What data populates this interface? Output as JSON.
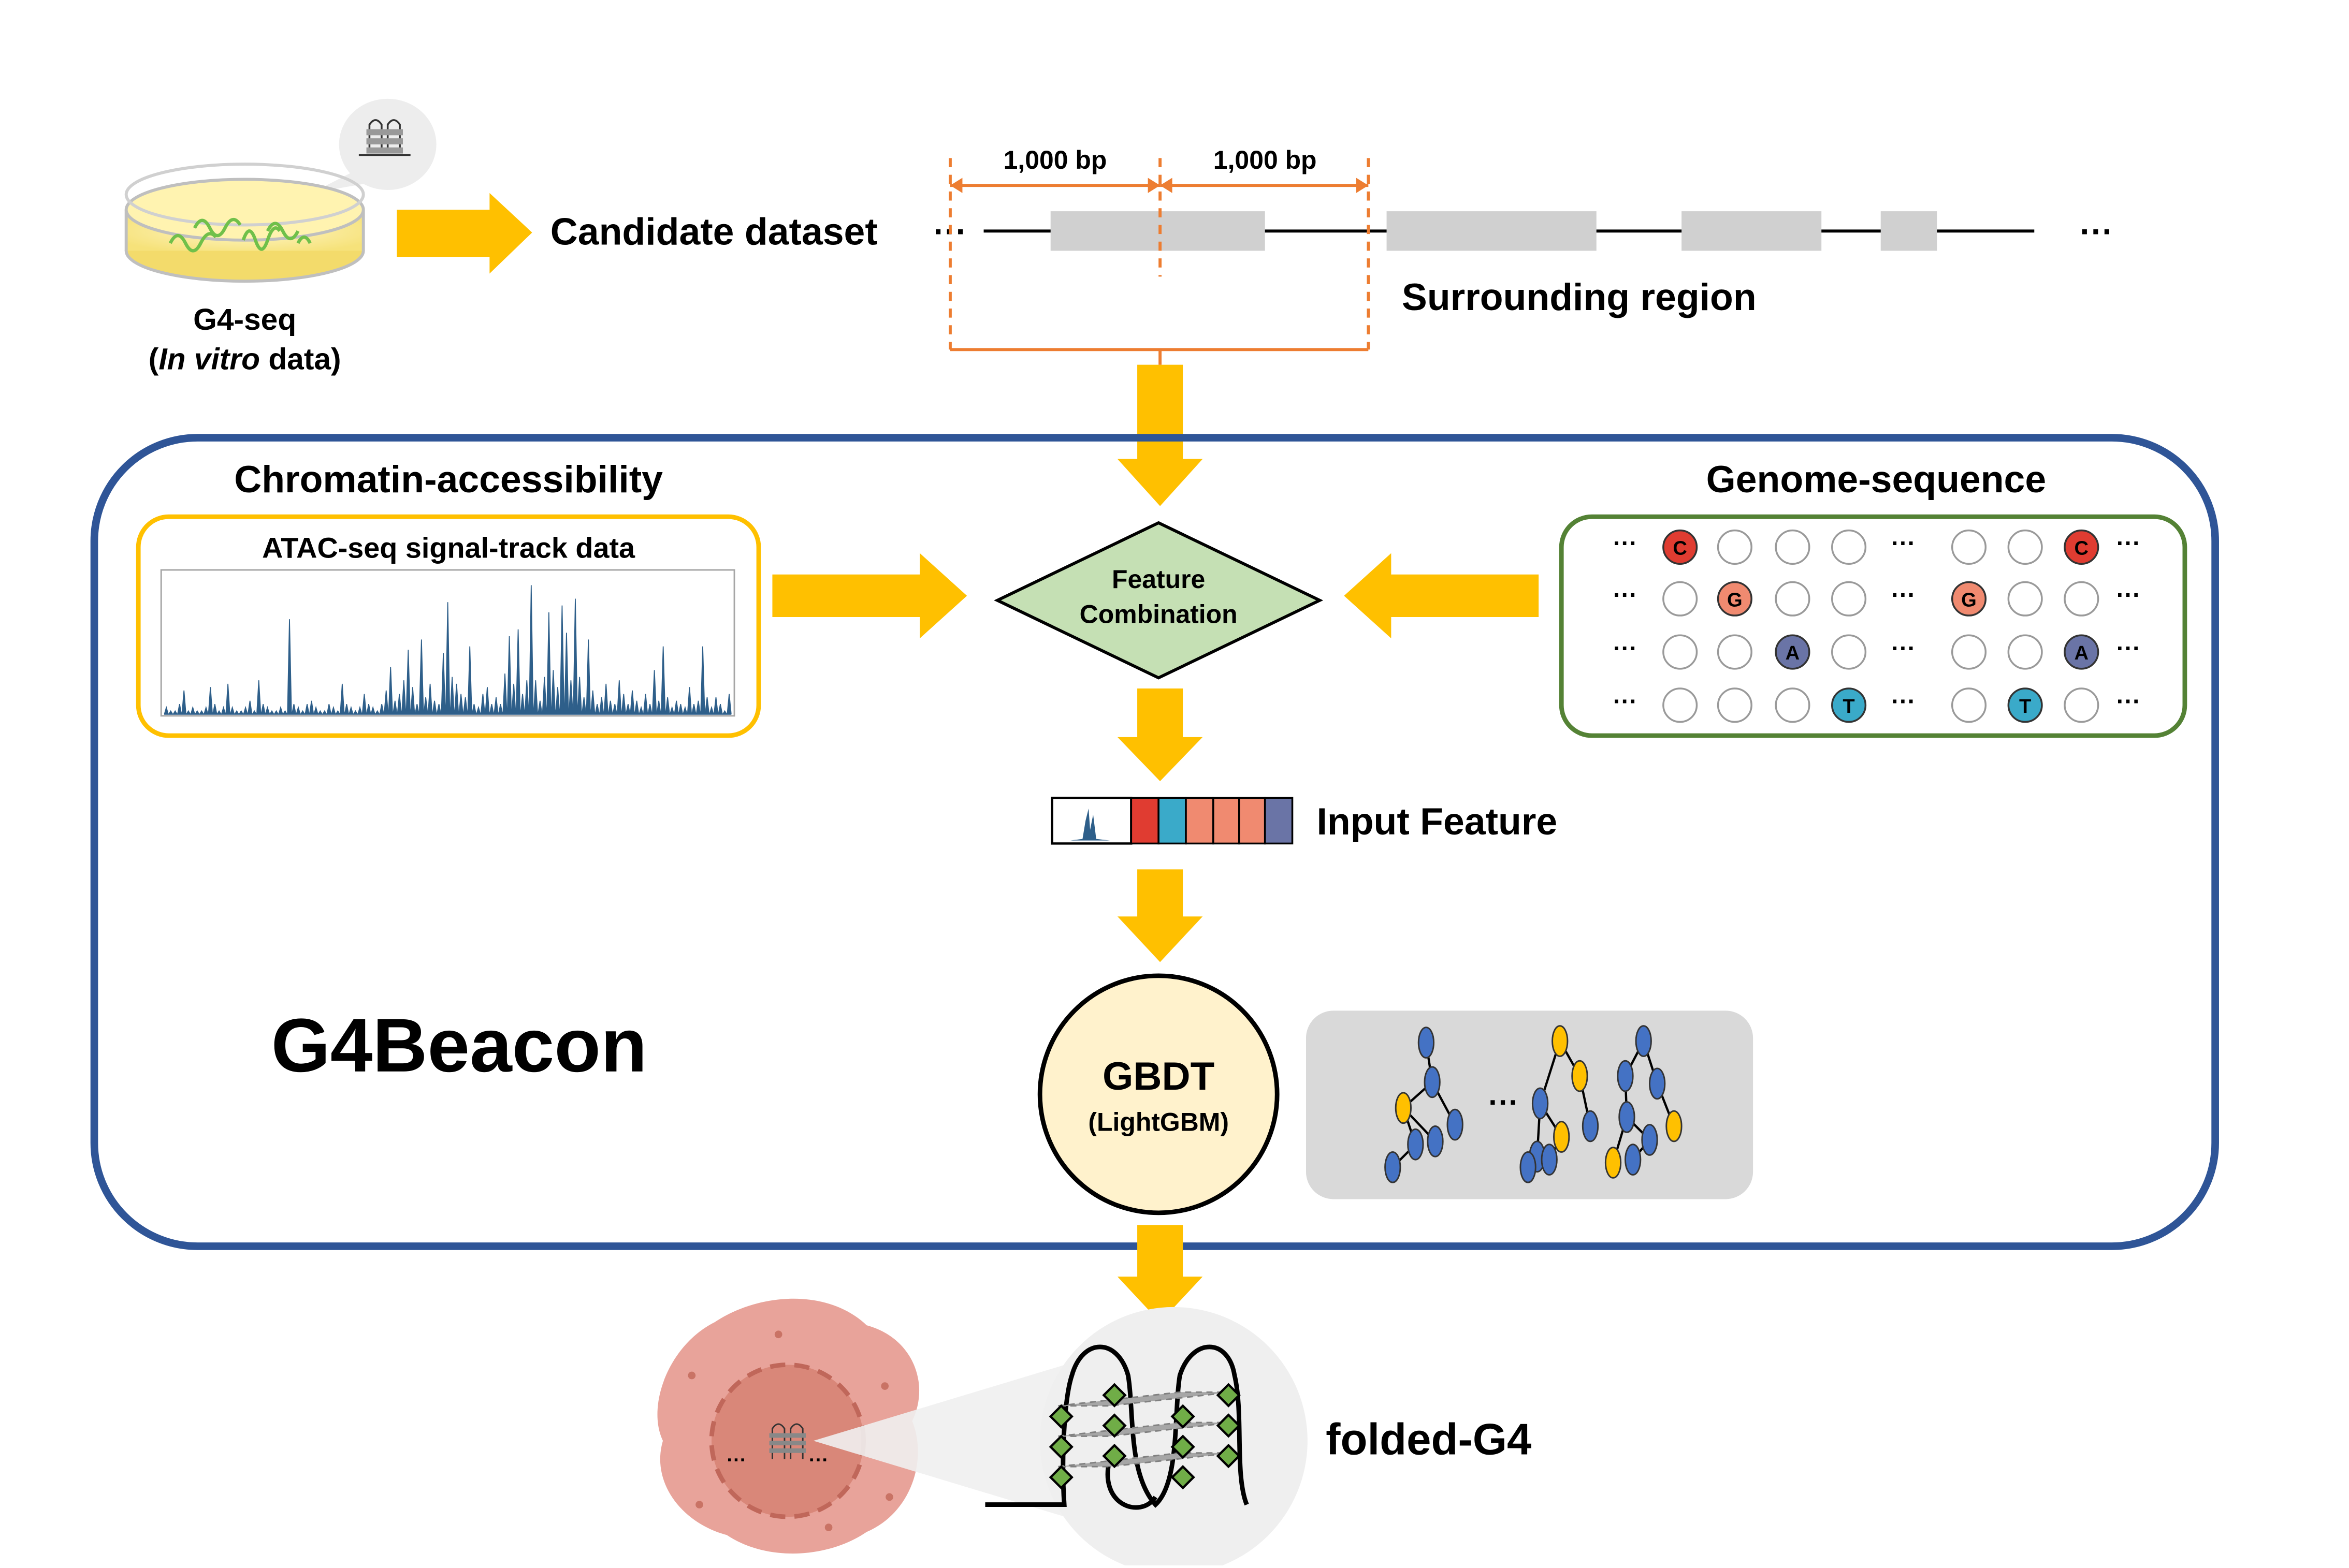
{
  "colors": {
    "arrow": "#FFC000",
    "frame": "#2F5597",
    "orange_dashed": "#ED7D31",
    "atac_box": "#FFC000",
    "genome_box": "#548235",
    "diamond_fill": "#C5E0B4",
    "gbdt_fill": "#FFF2CC",
    "tree_panel": "#D9D9D9",
    "C": "#E03C31",
    "G": "#F08A70",
    "A": "#6A74A6",
    "T": "#3AAAC9",
    "tree_blue": "#4472C4",
    "tree_yellow": "#FFC000",
    "cell": "#E8A39A"
  },
  "g4seq": {
    "title": "G4-seq",
    "subtitle_prefix": "(",
    "subtitle_italic": "In vitro",
    "subtitle_suffix": " data)"
  },
  "candidate": {
    "label": "Candidate dataset",
    "dots_left": "···",
    "dots_right": "···",
    "bp_left": "1,000 bp",
    "bp_right": "1,000 bp",
    "surrounding": "Surrounding region"
  },
  "app_title": "G4Beacon",
  "chromatin": {
    "heading": "Chromatin-accessibility",
    "box_title": "ATAC-seq signal-track data",
    "peaks": [
      2,
      1,
      1,
      3,
      7,
      1,
      2,
      1,
      1,
      2,
      8,
      3,
      1,
      2,
      9,
      2,
      1,
      1,
      2,
      4,
      1,
      10,
      3,
      2,
      1,
      1,
      2,
      1,
      28,
      3,
      2,
      1,
      3,
      4,
      2,
      1,
      1,
      3,
      2,
      1,
      9,
      3,
      2,
      1,
      2,
      6,
      3,
      2,
      1,
      3,
      7,
      14,
      4,
      6,
      10,
      19,
      8,
      3,
      22,
      5,
      9,
      4,
      3,
      18,
      33,
      11,
      9,
      6,
      5,
      20,
      3,
      2,
      6,
      8,
      3,
      5,
      3,
      12,
      23,
      9,
      25,
      6,
      10,
      38,
      10,
      4,
      11,
      30,
      13,
      8,
      32,
      24,
      10,
      34,
      11,
      5,
      22,
      7,
      3,
      5,
      9,
      4,
      3,
      10,
      6,
      3,
      7,
      4,
      2,
      6,
      3,
      13,
      4,
      20,
      5,
      2,
      4,
      3,
      2,
      8,
      3,
      4,
      20,
      5,
      2,
      5,
      3,
      1,
      6
    ]
  },
  "genome": {
    "heading": "Genome-sequence",
    "ellipsis": "···",
    "rows": [
      {
        "bases": [
          "C",
          "",
          "",
          ""
        ],
        "bases2": [
          "",
          "",
          "C"
        ]
      },
      {
        "bases": [
          "",
          "G",
          "",
          ""
        ],
        "bases2": [
          "G",
          "",
          ""
        ]
      },
      {
        "bases": [
          "",
          "",
          "A",
          ""
        ],
        "bases2": [
          "",
          "",
          "A"
        ]
      },
      {
        "bases": [
          "",
          "",
          "",
          "T"
        ],
        "bases2": [
          "",
          "T",
          ""
        ]
      }
    ]
  },
  "feature_combination": {
    "line1": "Feature",
    "line2": "Combination"
  },
  "input_feature": {
    "label": "Input Feature",
    "segments": [
      "C",
      "T",
      "G",
      "G",
      "G",
      "A"
    ]
  },
  "gbdt": {
    "title": "GBDT",
    "subtitle": "(LightGBM)"
  },
  "trees": {
    "ellipsis": "···"
  },
  "output": {
    "label": "folded-G4",
    "cell_dots_left": "···",
    "cell_dots_right": "···"
  }
}
